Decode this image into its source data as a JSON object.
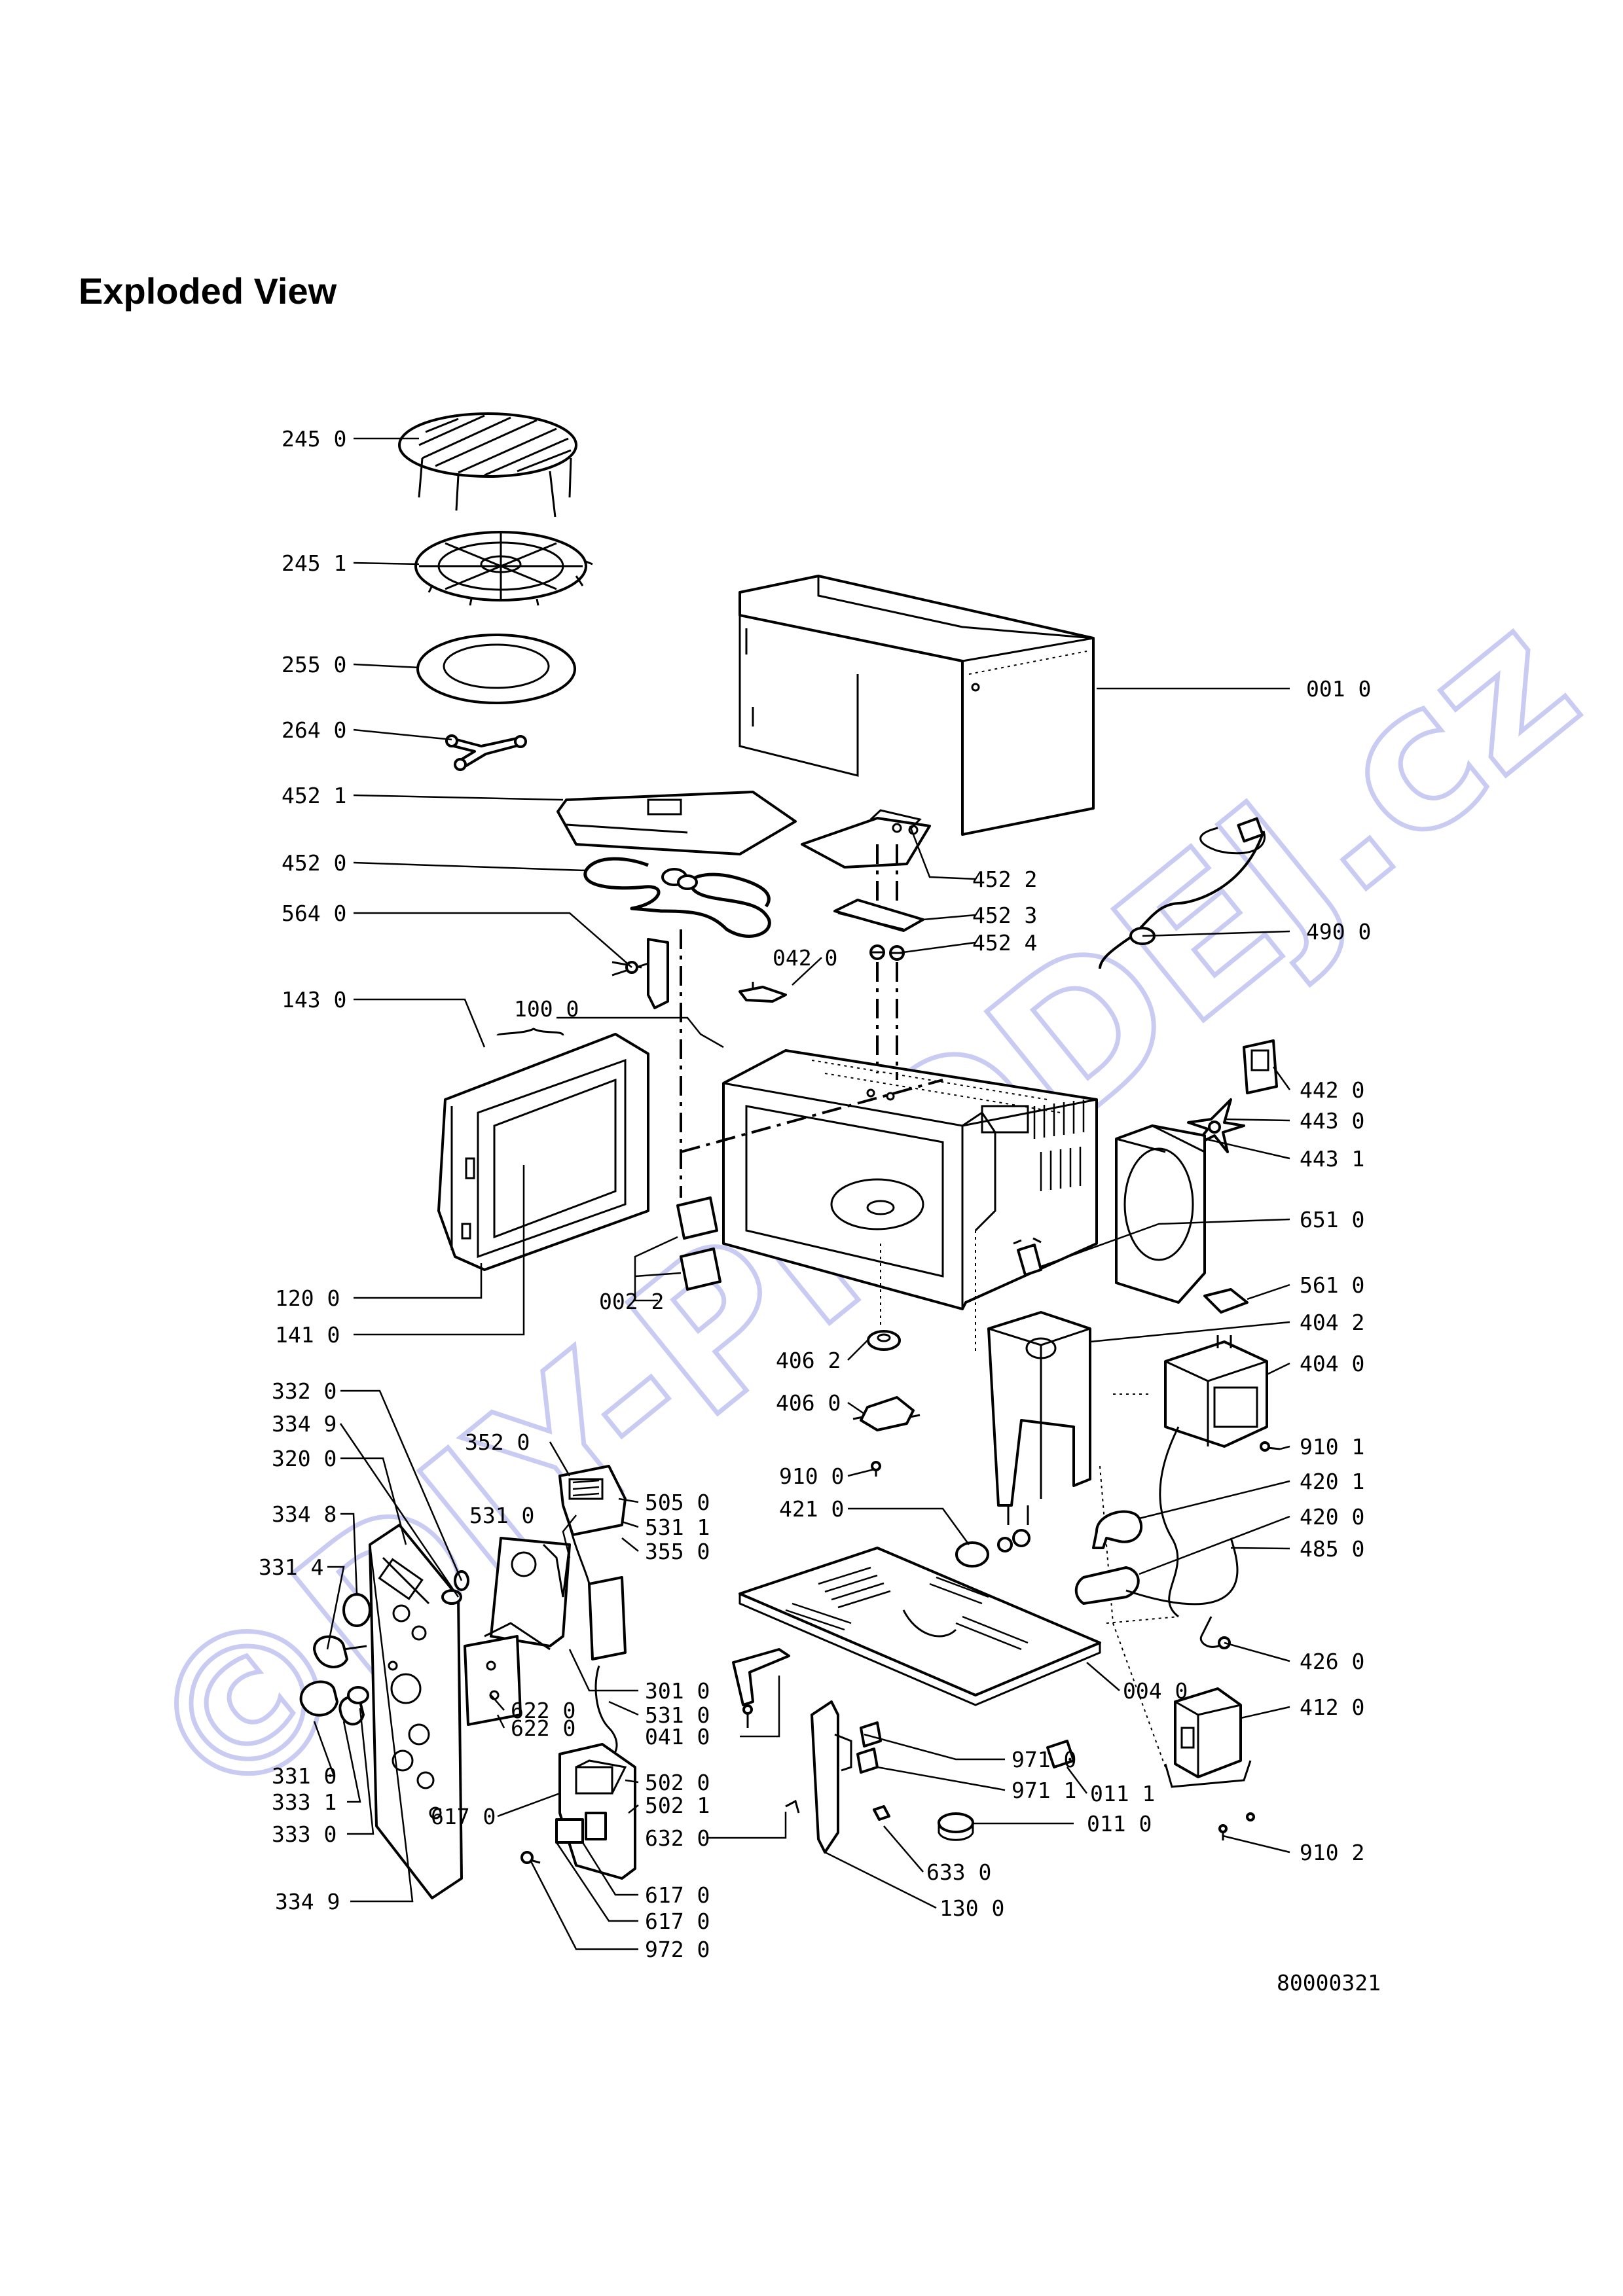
{
  "title": "Exploded View",
  "watermark": "©DIY-PRODEJ.cz",
  "document_code": "80000321",
  "colors": {
    "line": "#000000",
    "watermark": "#c9cbf3",
    "background": "#ffffff"
  },
  "parts": [
    {
      "id": "p2450",
      "label": "245 0"
    },
    {
      "id": "p2451",
      "label": "245 1"
    },
    {
      "id": "p2550",
      "label": "255 0"
    },
    {
      "id": "p2640",
      "label": "264 0"
    },
    {
      "id": "p4521",
      "label": "452 1"
    },
    {
      "id": "p4520",
      "label": "452 0"
    },
    {
      "id": "p5640",
      "label": "564 0"
    },
    {
      "id": "p1430",
      "label": "143 0"
    },
    {
      "id": "p1000",
      "label": "100 0"
    },
    {
      "id": "p0420",
      "label": "042 0"
    },
    {
      "id": "p4522",
      "label": "452 2"
    },
    {
      "id": "p4523",
      "label": "452 3"
    },
    {
      "id": "p4524",
      "label": "452 4"
    },
    {
      "id": "p0010",
      "label": "001 0"
    },
    {
      "id": "p4900",
      "label": "490 0"
    },
    {
      "id": "p4420",
      "label": "442 0"
    },
    {
      "id": "p4430",
      "label": "443 0"
    },
    {
      "id": "p4431",
      "label": "443 1"
    },
    {
      "id": "p6510",
      "label": "651 0"
    },
    {
      "id": "p5610",
      "label": "561 0"
    },
    {
      "id": "p4042",
      "label": "404 2"
    },
    {
      "id": "p4040",
      "label": "404 0"
    },
    {
      "id": "p9101",
      "label": "910 1"
    },
    {
      "id": "p4201",
      "label": "420 1"
    },
    {
      "id": "p4200",
      "label": "420 0"
    },
    {
      "id": "p4850",
      "label": "485 0"
    },
    {
      "id": "p4260",
      "label": "426 0"
    },
    {
      "id": "p4120",
      "label": "412 0"
    },
    {
      "id": "p9102",
      "label": "910 2"
    },
    {
      "id": "p1200",
      "label": "120 0"
    },
    {
      "id": "p1410",
      "label": "141 0"
    },
    {
      "id": "p0022",
      "label": "002 2"
    },
    {
      "id": "p4062",
      "label": "406 2"
    },
    {
      "id": "p4060",
      "label": "406 0"
    },
    {
      "id": "p9100",
      "label": "910 0"
    },
    {
      "id": "p4210",
      "label": "421 0"
    },
    {
      "id": "p0040",
      "label": "004 0"
    },
    {
      "id": "p3320",
      "label": "332 0"
    },
    {
      "id": "p3349a",
      "label": "334 9"
    },
    {
      "id": "p3200",
      "label": "320 0"
    },
    {
      "id": "p3520",
      "label": "352 0"
    },
    {
      "id": "p5050",
      "label": "505 0"
    },
    {
      "id": "p5310",
      "label": "531 0"
    },
    {
      "id": "p5311",
      "label": "531 1"
    },
    {
      "id": "p3550",
      "label": "355 0"
    },
    {
      "id": "p3348",
      "label": "334 8"
    },
    {
      "id": "p3314",
      "label": "331 4"
    },
    {
      "id": "p3010",
      "label": "301 0"
    },
    {
      "id": "p6220a",
      "label": "622 0"
    },
    {
      "id": "p6220b",
      "label": "622 0"
    },
    {
      "id": "p5310b",
      "label": "531 0"
    },
    {
      "id": "p0410",
      "label": "041 0"
    },
    {
      "id": "p9710",
      "label": "971 0"
    },
    {
      "id": "p9711",
      "label": "971 1"
    },
    {
      "id": "p0111",
      "label": "011 1"
    },
    {
      "id": "p0110",
      "label": "011 0"
    },
    {
      "id": "p3310",
      "label": "331 0"
    },
    {
      "id": "p3331",
      "label": "333 1"
    },
    {
      "id": "p3330",
      "label": "333 0"
    },
    {
      "id": "p6170a",
      "label": "617 0"
    },
    {
      "id": "p5020",
      "label": "502 0"
    },
    {
      "id": "p5021",
      "label": "502 1"
    },
    {
      "id": "p6320",
      "label": "632 0"
    },
    {
      "id": "p6330",
      "label": "633 0"
    },
    {
      "id": "p1300",
      "label": "130 0"
    },
    {
      "id": "p3349b",
      "label": "334 9"
    },
    {
      "id": "p6170b",
      "label": "617 0"
    },
    {
      "id": "p6170c",
      "label": "617 0"
    },
    {
      "id": "p9720",
      "label": "972 0"
    }
  ]
}
